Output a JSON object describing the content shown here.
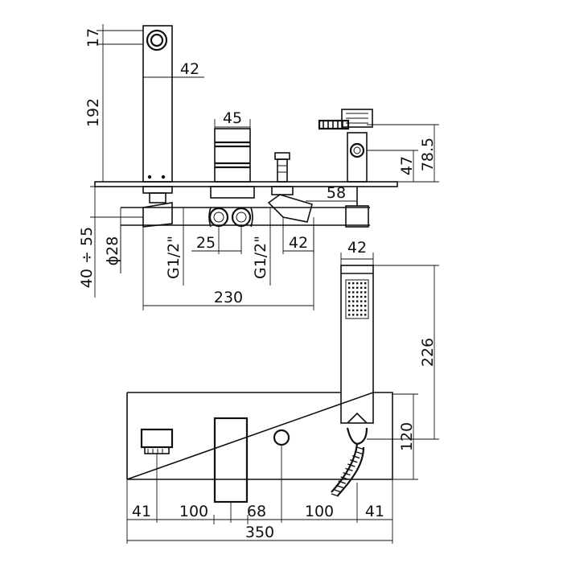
{
  "drawing": {
    "top_view": {
      "dims": {
        "spout_thickness": "17",
        "spout_height": "192",
        "spout_width": "42",
        "mixer_width": "45",
        "pipe_offset": "58",
        "holder_height": "78.5",
        "holder_offset": "47",
        "body_height_range": "40 ÷ 55",
        "pipe_diameter": "ϕ28",
        "inlet_left_thread": "G1/2\"",
        "inlet_right_thread": "G1/2\"",
        "inlet_gap": "25",
        "outlet_spacing": "42",
        "overall_length": "230"
      }
    },
    "hand_shower": {
      "dims": {
        "head_width": "42",
        "shower_length": "226",
        "holder_drop": "120"
      }
    },
    "front_view": {
      "dims": {
        "left_margin": "41",
        "spout_to_mixer": "100",
        "mixer_width": "68",
        "mixer_to_diverter": "100",
        "right_margin": "41",
        "plate_width": "350"
      }
    }
  }
}
